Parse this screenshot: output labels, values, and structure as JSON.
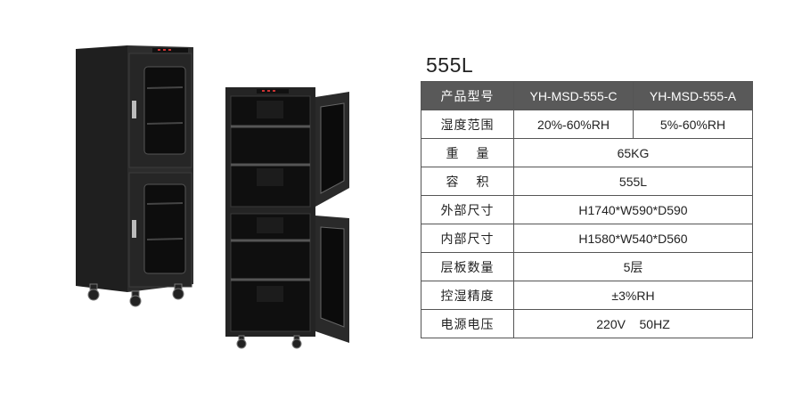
{
  "title": "555L",
  "table": {
    "header": {
      "label": "产品型号",
      "models": [
        "YH-MSD-555-C",
        "YH-MSD-555-A"
      ]
    },
    "rows": [
      {
        "label": "湿度范围",
        "values": [
          "20%-60%RH",
          "5%-60%RH"
        ]
      },
      {
        "label": "重量",
        "value": "65KG"
      },
      {
        "label": "容积",
        "value": "555L"
      },
      {
        "label": "外部尺寸",
        "value": "H1740*W590*D590"
      },
      {
        "label": "内部尺寸",
        "value": "H1580*W540*D560"
      },
      {
        "label": "层板数量",
        "value": "5层"
      },
      {
        "label": "控湿精度",
        "value": "±3%RH"
      },
      {
        "label": "电源电压",
        "value": "220V    50HZ"
      }
    ]
  },
  "colors": {
    "header_bg": "#595959",
    "border": "#555555",
    "cabinet": "#2b2b2b"
  }
}
